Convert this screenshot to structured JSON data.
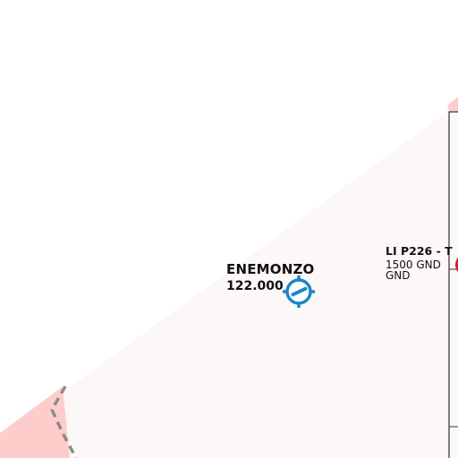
{
  "airfield": {
    "name": "ENEMONZO",
    "frequency": "122.000",
    "symbol": "airfield-icon"
  },
  "restricted_zone": {
    "title": "LI P226 - T",
    "upper_limit": "1500 GND",
    "lower_limit": "GND",
    "marker": "red-circle-marker"
  },
  "colors": {
    "background": "#ffffff",
    "airspace_fill": "#fcf8f7",
    "restricted_fill": "#ffcccc",
    "restricted_marker": "#cc2222",
    "airfield_symbol": "#1a87c9",
    "boundary_dash": "#8c8c8c",
    "zone_border": "#333333"
  }
}
